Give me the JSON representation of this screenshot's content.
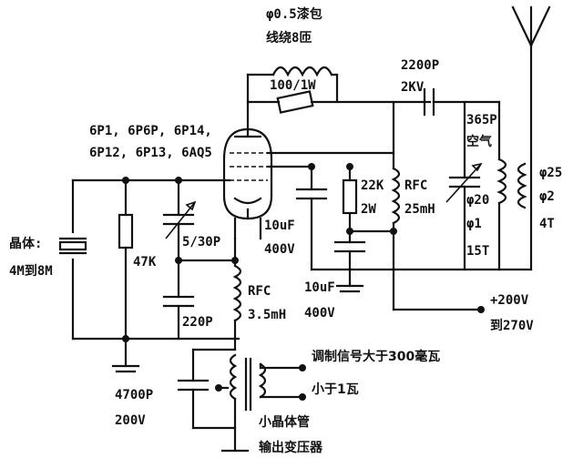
{
  "labels": {
    "coil_wire": "φ0.5漆包",
    "coil_turns": "线绕8匝",
    "parallel_res": "100/1W",
    "cap_2200p": "2200P",
    "cap_2200p_v": "2KV",
    "tube_line1": "6P1, 6P6P, 6P14,",
    "tube_line2": "6P12, 6P13, 6AQ5",
    "crystal": "晶体:",
    "crystal_freq": "4M到8M",
    "res_47k": "47K",
    "trimmer": "5/30P",
    "cap_220p": "220P",
    "cap_10uf_a": "10uF",
    "cap_10uf_a_v": "400V",
    "res_22k": "22K",
    "res_22k_w": "2W",
    "rfc1": "RFC",
    "rfc1_val": "25mH",
    "var_cap": "365P",
    "var_cap_type": "空气",
    "coil_d1": "φ20",
    "coil_d2": "φ1",
    "coil_t1": "15T",
    "ant_d1": "φ25",
    "ant_d2": "φ2",
    "ant_t": "4T",
    "cap_10uf_b": "10uF",
    "cap_10uf_b_v": "400V",
    "rfc2": "RFC",
    "rfc2_val": "3.5mH",
    "supply": "+200V",
    "supply2": "到270V",
    "mod_signal": "调制信号大于300毫瓦",
    "mod_signal2": "小于1瓦",
    "cap_4700p": "4700P",
    "cap_4700p_v": "200V",
    "transformer1": "小晶体管",
    "transformer2": "输出变压器"
  }
}
